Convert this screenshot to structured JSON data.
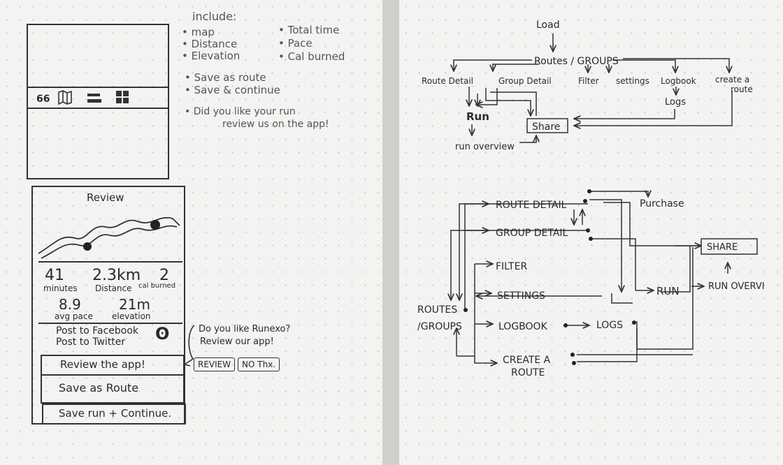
{
  "left_page": {
    "include_notes": {
      "heading": "include:",
      "col1": [
        "• map",
        "• Distance",
        "• Elevation"
      ],
      "col2": [
        "• Total time",
        "• Pace",
        "• Cal burned"
      ],
      "actions": [
        "• Save as route",
        "• Save & continue"
      ],
      "review_note_line1": "• Did you like your run",
      "review_note_line2": "review us on the app!"
    },
    "wireframe_top": {
      "tabbar_icons": [
        "66",
        "map-icon",
        "list-icon",
        "grid-icon"
      ]
    },
    "review_screen": {
      "title": "Review",
      "stats": [
        {
          "value": "41",
          "label": "minutes"
        },
        {
          "value": "2.3km",
          "label": "Distance"
        },
        {
          "value": "2",
          "label": "cal burned"
        },
        {
          "value": "8.9",
          "label": "avg pace"
        },
        {
          "value": "21m",
          "label": "elevation"
        }
      ],
      "post_facebook": "Post to Facebook",
      "post_twitter": "Post to Twitter",
      "popup_line1": "Do you like Runexo?",
      "popup_line2": "Review our app!",
      "popup_review_button": "REVIEW",
      "popup_no_button": "NO Thx.",
      "btn_review_app": "Review the app!",
      "btn_save_route": "Save as Route",
      "btn_save_continue": "Save run + Continue."
    }
  },
  "top_flow": {
    "load": "Load",
    "routes_groups": "Routes / GROUPS",
    "route_detail": "Route Detail",
    "group_detail": "Group Detail",
    "filter": "Filter",
    "settings": "settings",
    "logbook": "Logbook",
    "create_route_line1": "create a",
    "create_route_line2": "route",
    "logs": "Logs",
    "run": "Run",
    "share": "Share",
    "run_overview": "run overview"
  },
  "bottom_flow": {
    "routes_groups_line1": "ROUTES",
    "routes_groups_line2": "/GROUPS",
    "route_detail": "ROUTE DETAIL",
    "purchase": "Purchase",
    "group_detail": "GROUP DETAIL",
    "share": "SHARE",
    "filter": "FILTER",
    "settings": "SETTINGS",
    "run": "RUN",
    "run_overview": "RUN OVERVI",
    "logbook": "LOGBOOK",
    "logs": "LOGS",
    "create_route_line1": "CREATE A",
    "create_route_line2": "ROUTE"
  }
}
